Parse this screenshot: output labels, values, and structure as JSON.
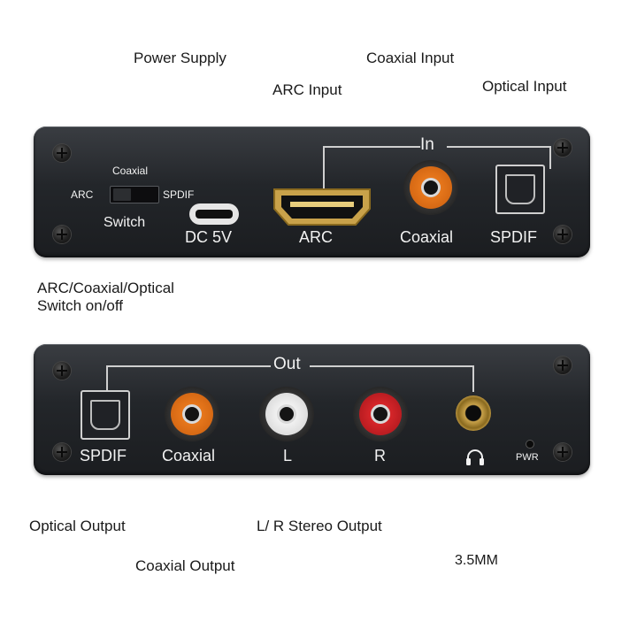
{
  "labels": {
    "power_supply": "Power Supply",
    "coaxial_input": "Coaxial Input",
    "arc_input": "ARC Input",
    "optical_input": "Optical Input",
    "switch_note_1": "ARC/Coaxial/Optical",
    "switch_note_2": "Switch on/off",
    "optical_output": "Optical Output",
    "stereo_output": "L/ R Stereo Output",
    "coaxial_output": "Coaxial Output",
    "headphone_output": "3.5MM"
  },
  "input_panel": {
    "in_label": "In",
    "switch_top": "Coaxial",
    "switch_left": "ARC",
    "switch_right": "SPDIF",
    "switch_name": "Switch",
    "dc_label": "DC 5V",
    "arc_label": "ARC",
    "coaxial_label": "Coaxial",
    "spdif_label": "SPDIF"
  },
  "output_panel": {
    "out_label": "Out",
    "spdif_label": "SPDIF",
    "coaxial_label": "Coaxial",
    "left_label": "L",
    "right_label": "R",
    "pwr_label": "PWR"
  },
  "colors": {
    "coaxial_ring": "#e8781c",
    "left_ring": "#e9e9e9",
    "right_ring": "#d8262a",
    "jack_gold": "#c9a24a",
    "panel": "#26292d"
  },
  "icons": {
    "headphone": "headphone-icon"
  }
}
